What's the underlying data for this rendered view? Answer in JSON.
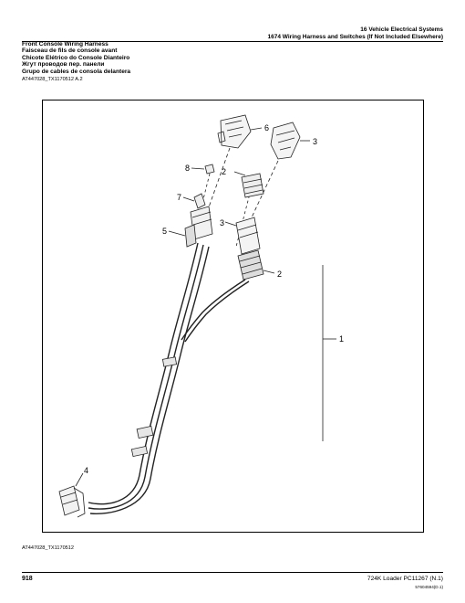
{
  "header": {
    "section": "16 Vehicle Electrical Systems",
    "subsection": "1674 Wiring Harness and Switches (If Not Included Elsewhere)"
  },
  "titles": [
    "Front Console Wiring Harness",
    "Faisceau de fils de console avant",
    "Chicote Elétrico do Console Dianteiro",
    "Жгут проводов пер. панели",
    "Grupo de cables de consola delantera"
  ],
  "figure_ref_top": "AT447028_TX1170512 A.2",
  "figure_ref_bottom": "AT447028_TX1170512",
  "callouts": [
    "1",
    "2",
    "2",
    "3",
    "3",
    "4",
    "5",
    "6",
    "7",
    "8"
  ],
  "footer": {
    "page_number": "918",
    "model_text": "724K Loader   PC11267   (N.1)",
    "code": "57604594(D.1)"
  }
}
